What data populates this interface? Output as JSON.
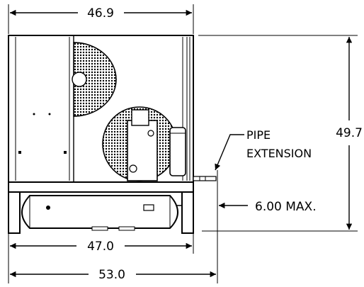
{
  "drawing": {
    "dims": {
      "top_width": "46.9",
      "height": "49.7",
      "pipe_max": "6.00 MAX.",
      "base_width": "47.0",
      "overall_width": "53.0"
    },
    "labels": {
      "pipe_line1": "PIPE",
      "pipe_line2": "EXTENSION"
    }
  }
}
